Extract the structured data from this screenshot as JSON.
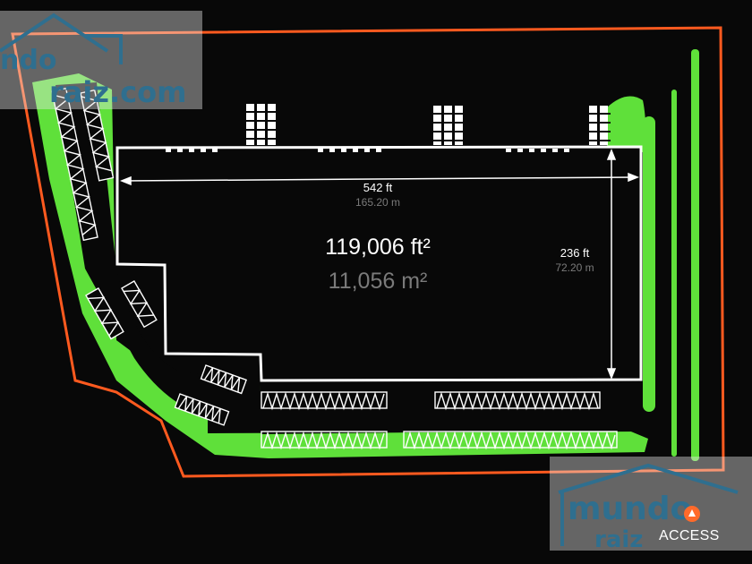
{
  "plan": {
    "area_ft": "119,006 ft²",
    "area_m": "11,056 m²",
    "width_ft": "542 ft",
    "width_m": "165.20 m",
    "depth_ft": "236 ft",
    "depth_m": "72.20 m",
    "access_label": "ACCESS"
  },
  "watermark": {
    "top_line1": "ndo",
    "top_line2": "raiz.com",
    "bottom_line1": "mundo",
    "bottom_line2": "raiz"
  },
  "colors": {
    "background": "#080808",
    "property_line": "#ff5a1f",
    "landscape": "#5fe03a",
    "building_outline": "#ffffff",
    "access_marker": "#ff6a2a"
  },
  "icons": [
    "access-marker-icon"
  ]
}
